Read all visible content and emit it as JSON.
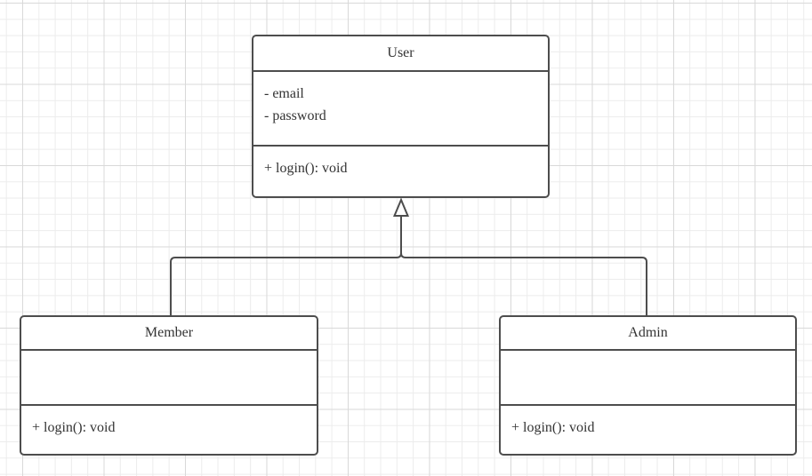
{
  "diagram": {
    "kind": "uml-class-diagram",
    "classes": [
      {
        "name": "User",
        "attributes": [
          "- email",
          "- password"
        ],
        "methods": [
          "+ login(): void"
        ]
      },
      {
        "name": "Member",
        "attributes": [],
        "methods": [
          "+ login(): void"
        ]
      },
      {
        "name": "Admin",
        "attributes": [],
        "methods": [
          "+ login(): void"
        ]
      }
    ],
    "relationships": [
      {
        "from": "Member",
        "to": "User",
        "type": "inheritance"
      },
      {
        "from": "Admin",
        "to": "User",
        "type": "inheritance"
      }
    ]
  },
  "colors": {
    "line": "#4d4d4d",
    "box_border": "#4d4d4d",
    "box_fill": "#ffffff",
    "arrowhead_fill": "#ffffff",
    "text": "#333333",
    "grid_minor": "#ececec",
    "grid_major": "#d9d9d9",
    "background": "#ffffff"
  }
}
